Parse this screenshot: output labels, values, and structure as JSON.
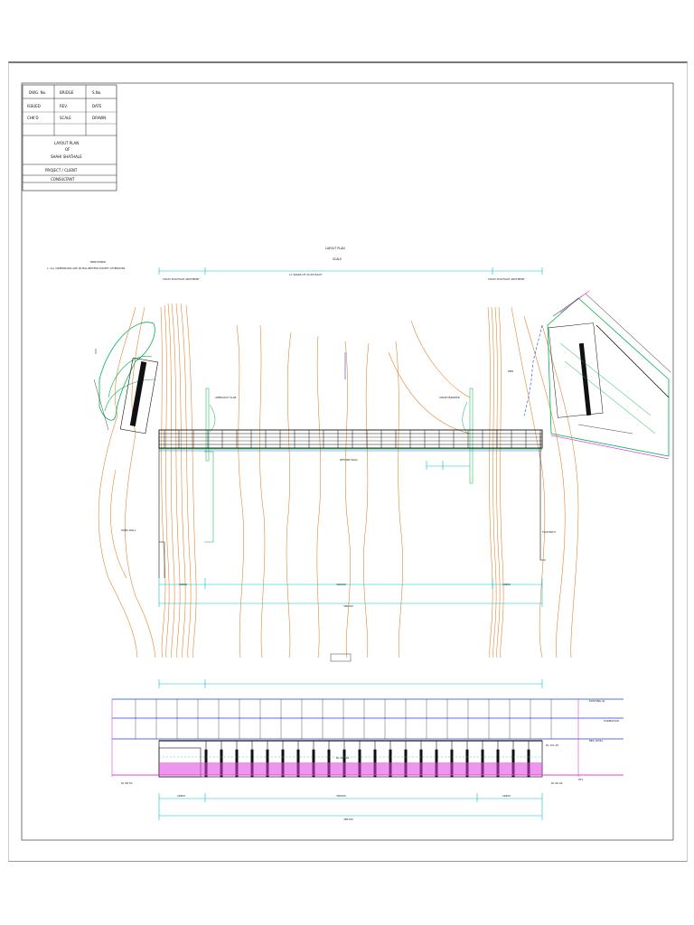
{
  "drawing": {
    "title_block": {
      "rows": [
        {
          "cells": [
            "DWG. No.",
            "BRIDGE",
            "S.No."
          ]
        },
        {
          "cells": [
            "ISSUED",
            "REV.",
            "DATE"
          ]
        },
        {
          "cells": [
            "CHK'D",
            "SCALE",
            "DRAWN"
          ]
        },
        {
          "cells": [
            "LAYOUT PLAN",
            "OF",
            "SHAHI SHATHALE"
          ]
        },
        {
          "cells": [
            "PROJECT / CLIENT"
          ]
        },
        {
          "cells": [
            "CONSULTANT"
          ]
        }
      ]
    },
    "plan_view": {
      "label_title": "LAYOUT PLAN",
      "label_scale": "SCALE",
      "note_1": "1. ALL DIMENSIONS ARE IN MILLIMETERS EXCEPT OTHERWISE",
      "note_2": "MENTIONED",
      "span_left": "SHAHI SHATHALE ABUTMENT",
      "span_mid": "17 SPANS OF 20.2M EACH",
      "span_right": "SHAHI SHATHALE ABUTMENT",
      "dim_total": "360700",
      "dim_left": "24800",
      "dim_mid": "300000",
      "dim_right": "24800",
      "callouts": [
        "APPROACH SLAB",
        "CRASH BARRIER",
        "RETURN WALL",
        "WING WALL",
        "FOOTPATH",
        "PIER"
      ]
    },
    "section_view": {
      "row_labels": [
        "EXISTING GL",
        "FORMATION",
        "BED LEVEL",
        "HFL"
      ],
      "dim_total": "360700",
      "dim_left": "24800",
      "dim_mid": "300000",
      "dim_right": "24800",
      "level_labels": [
        "RL 98.50",
        "RL 101.25",
        "RL 104.10",
        "RL 96.40"
      ]
    },
    "colors": {
      "contour": "#e07b1f",
      "deck": "#111111",
      "wing_wall": "#00b050",
      "dimension": "#00bcd4",
      "grid": "#1f3fd8",
      "section_fill": "#e040e0"
    }
  }
}
